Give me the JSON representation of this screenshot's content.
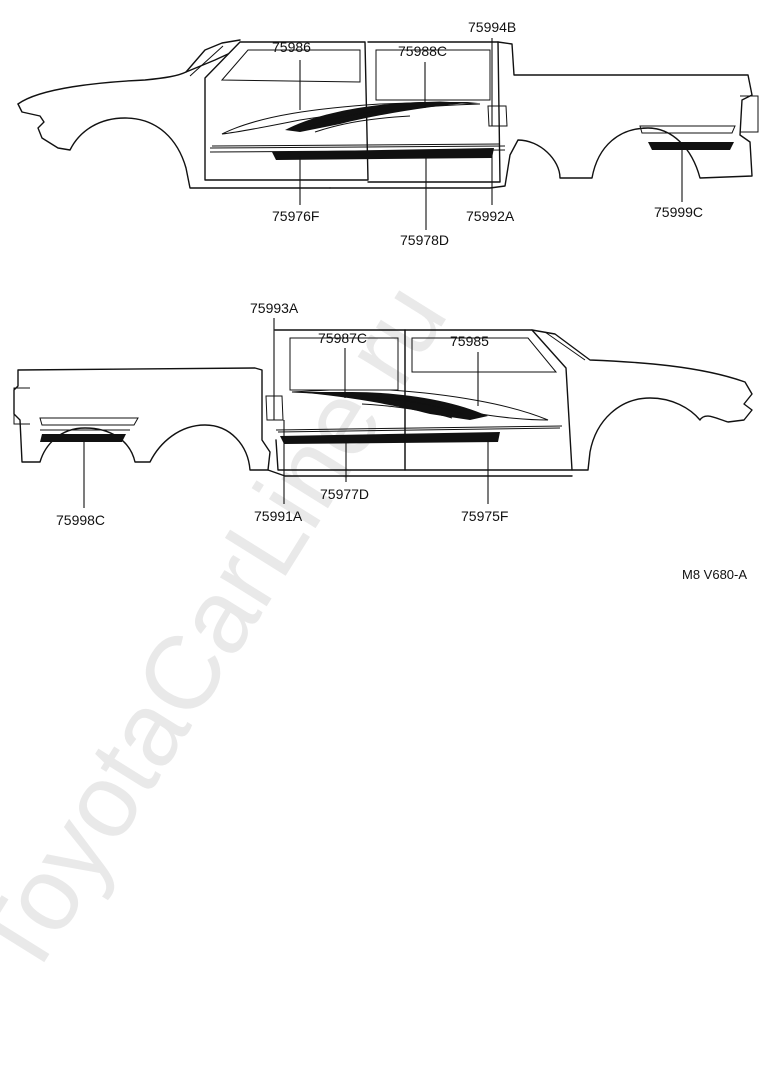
{
  "watermark": "ToyotaCarLine.ru",
  "reference_code": "M8 V680-A",
  "colors": {
    "ink": "#111111",
    "watermark": "#e9e9e9",
    "background": "#ffffff"
  },
  "upper_view": {
    "labels": {
      "top_left": "75986",
      "top_middle": "75988C",
      "top_right": "75994B",
      "bottom_left": "75976F",
      "bottom_middle": "75978D",
      "bottom_right": "75992A",
      "rear": "75999C"
    }
  },
  "lower_view": {
    "labels": {
      "top_left": "75993A",
      "top_middle": "75987C",
      "top_right": "75985",
      "rear": "75998C",
      "bottom_left": "75991A",
      "bottom_middle": "75977D",
      "bottom_right": "75975F"
    }
  }
}
